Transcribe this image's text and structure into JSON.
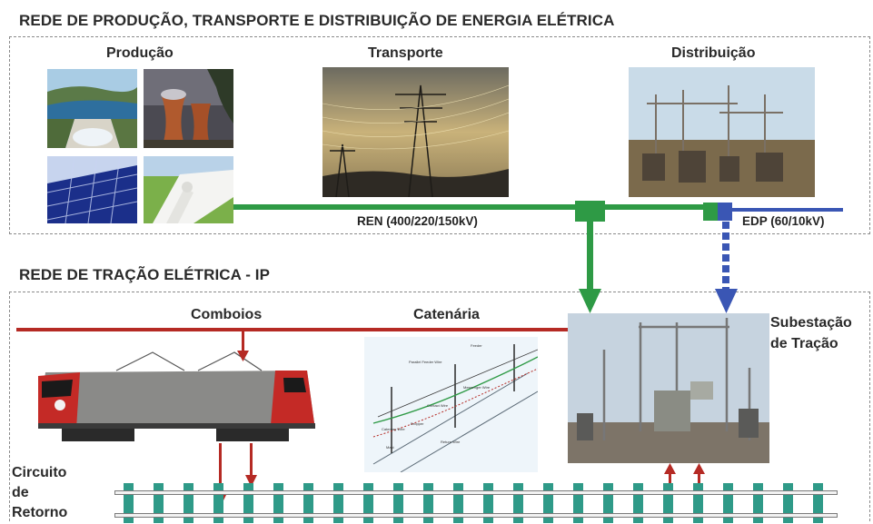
{
  "section_top": {
    "title": "REDE DE PRODUÇÃO, TRANSPORTE E DISTRIBUIÇÃO DE ENERGIA ELÉTRICA"
  },
  "producao": {
    "label": "Produção"
  },
  "transporte": {
    "label": "Transporte"
  },
  "distribuicao": {
    "label": "Distribuição"
  },
  "lines": {
    "ren_label": "REN  (400/220/150kV)",
    "edp_label": "EDP (60/10kV)"
  },
  "section_bottom": {
    "title": "REDE DE TRAÇÃO ELÉTRICA - IP"
  },
  "comboios": {
    "label": "Comboios"
  },
  "catenaria": {
    "label": "Catenária",
    "labels": [
      "Feeder",
      "Parallel Feeder Wire",
      "Contact Wire",
      "Messenger Wire",
      "Dropper",
      "Catenary Wire",
      "Return Wire",
      "Mast"
    ]
  },
  "subestacao": {
    "line1": "Subestação",
    "line2": "de Tração"
  },
  "circuito": {
    "line1": "Circuito",
    "line2": "de",
    "line3": "Retorno"
  },
  "colors": {
    "green_line": "#2e9a45",
    "blue_line": "#3a56b4",
    "red_line": "#b52a24",
    "sleeper": "#2f9a88",
    "rail": "#7a7a7a"
  }
}
